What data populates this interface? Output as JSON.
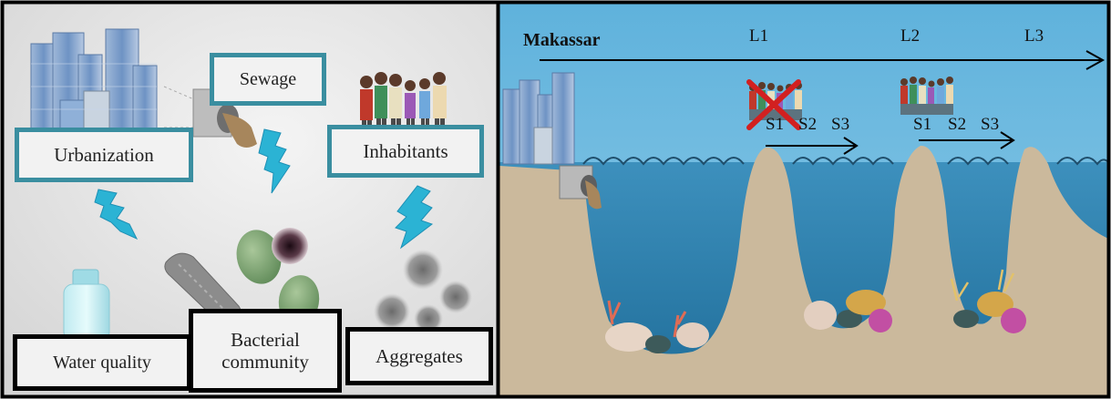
{
  "left_panel": {
    "drivers": {
      "sewage": "Sewage",
      "urbanization": "Urbanization",
      "inhabitants": "Inhabitants"
    },
    "responses": {
      "water_quality": "Water quality",
      "bacterial_community": "Bacterial community",
      "aggregates": "Aggregates"
    }
  },
  "right_panel": {
    "city": "Makassar",
    "locations": [
      "L1",
      "L2",
      "L3"
    ],
    "stations_l1": [
      "S1",
      "S2",
      "S3"
    ],
    "stations_l2": [
      "S1",
      "S2",
      "S3"
    ]
  },
  "colors": {
    "box_teal": "#3a8ea0",
    "lightning": "#2bb3d4",
    "sea": "#2a7da8",
    "sand": "#cbb99c",
    "cross": "#d22020"
  }
}
